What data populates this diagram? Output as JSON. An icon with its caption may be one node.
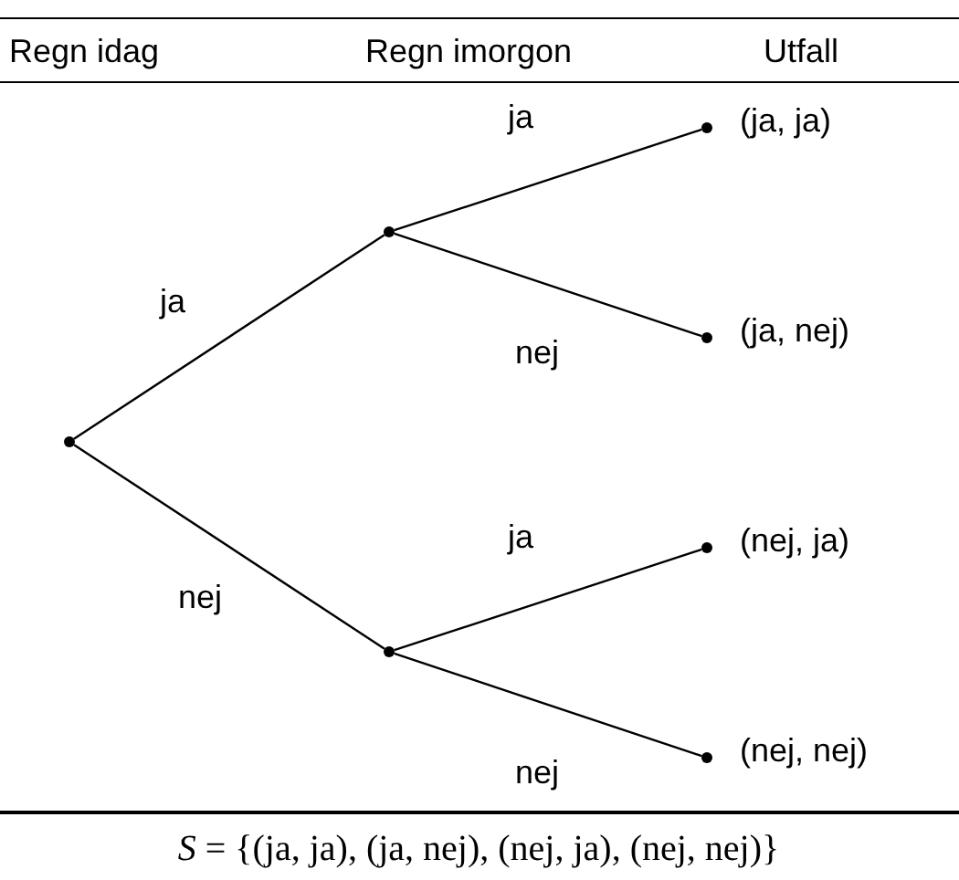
{
  "diagram": {
    "caption": "*S* = {(ja, ja), (ja, nej), (nej, ja), (nej, nej)}",
    "nodes": [
      {
        "text": [],
        "shape": "circle"
      },
      {
        "text": [],
        "shape": "circle"
      },
      {
        "text": [],
        "shape": "circle"
      },
      {
        "text": [],
        "shape": "circle",
        "beside": [
          "(ja, ja)"
        ]
      },
      {
        "text": [],
        "shape": "circle",
        "beside": [
          "(ja, nej)"
        ]
      },
      {
        "text": [],
        "shape": "circle",
        "beside": [
          "(nej, ja)"
        ]
      },
      {
        "text": [],
        "shape": "circle",
        "beside": [
          "(nej, nej)"
        ]
      }
    ],
    "edges": [
      {
        "from": 0,
        "to": 1,
        "arrow": "none",
        "label": "ja"
      },
      {
        "from": 0,
        "to": 2,
        "arrow": "none",
        "label": "nej"
      },
      {
        "from": 1,
        "to": 3,
        "arrow": "none",
        "label": "ja"
      },
      {
        "from": 1,
        "to": 4,
        "arrow": "none",
        "label": "nej"
      },
      {
        "from": 2,
        "to": 5,
        "arrow": "none",
        "label": "ja"
      },
      {
        "from": 2,
        "to": 6,
        "arrow": "none",
        "label": "nej"
      }
    ],
    "labels": [
      "Regn idag",
      "Regn imorgon",
      "Utfall"
    ]
  }
}
